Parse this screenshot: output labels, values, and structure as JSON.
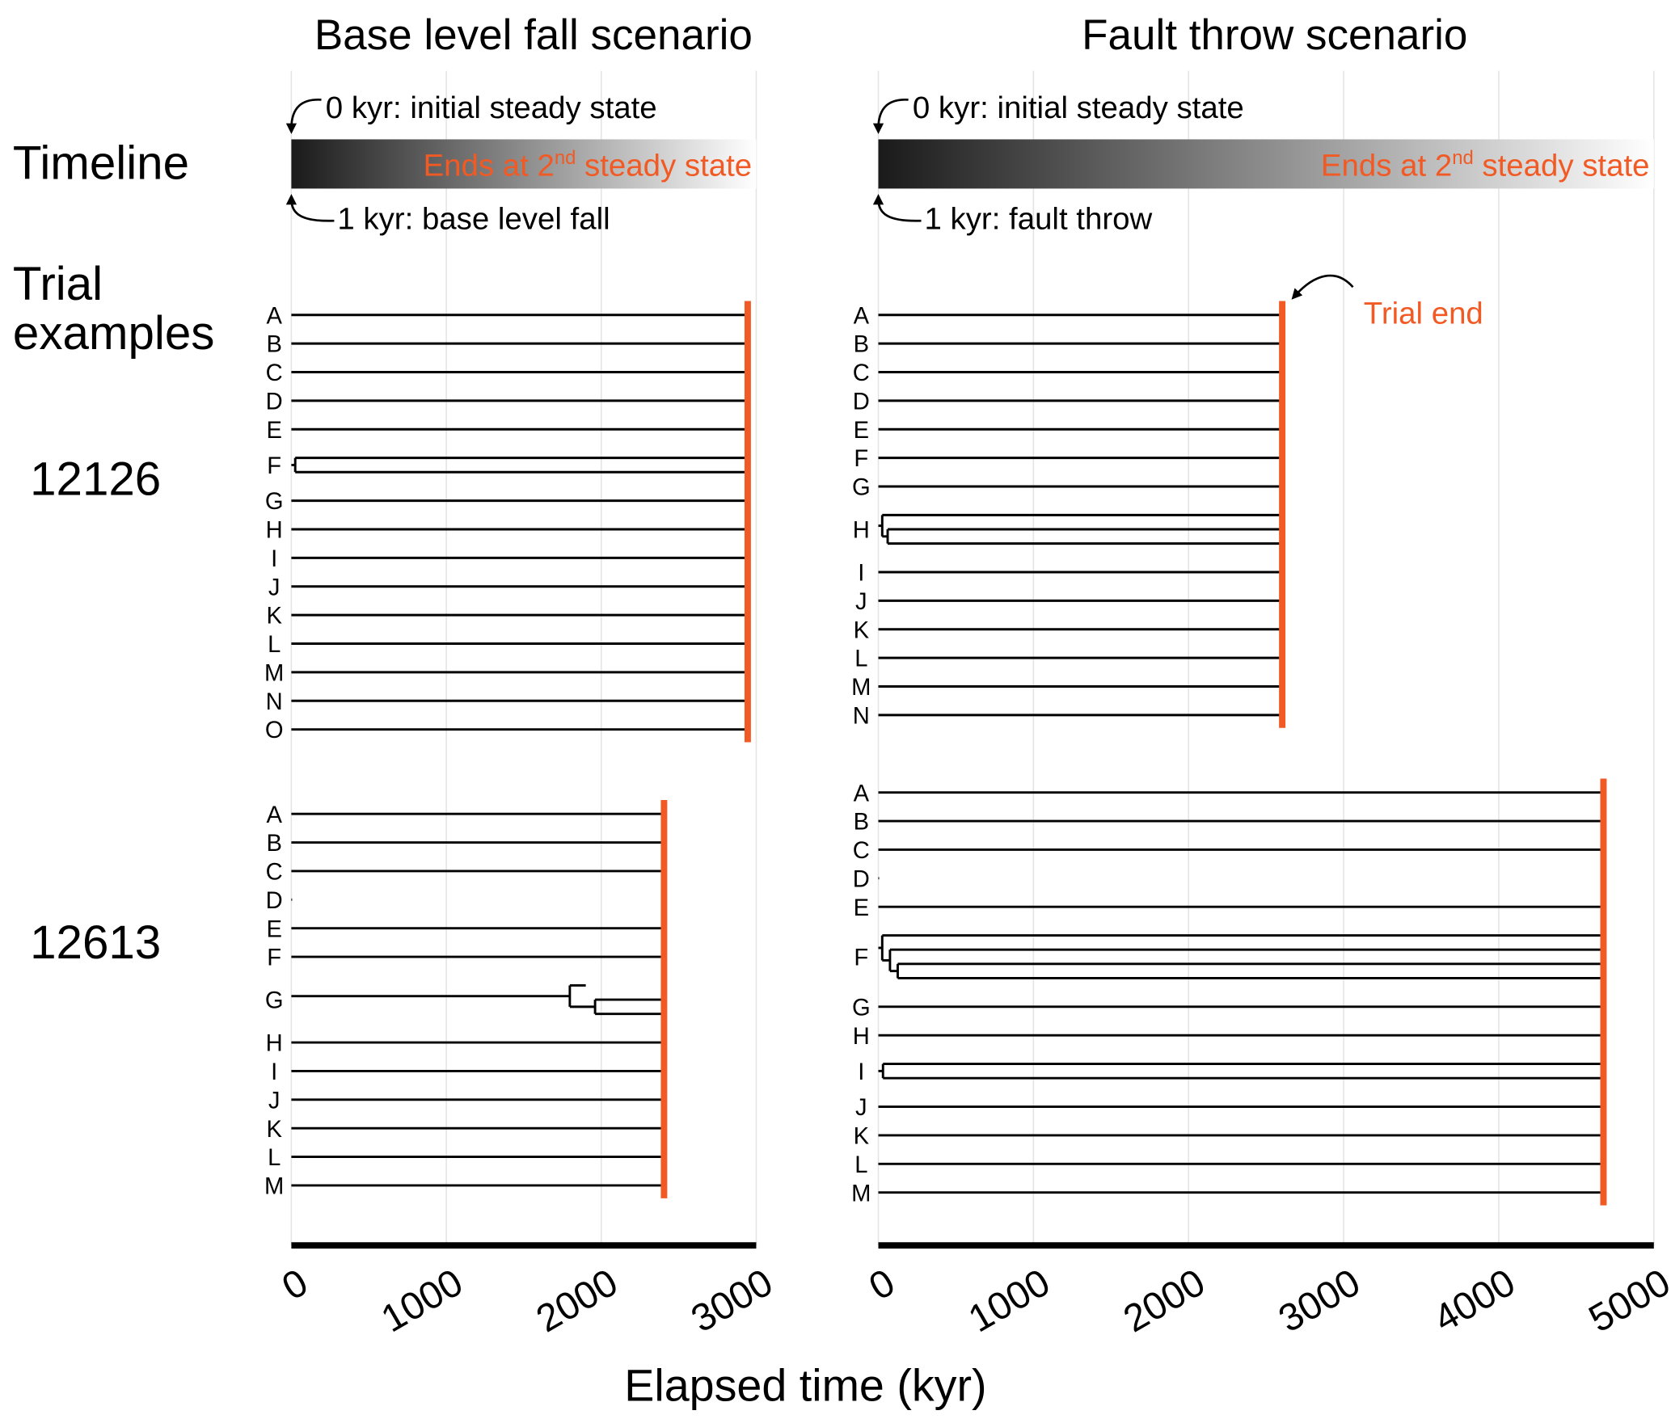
{
  "chart_data": {
    "type": "tree-timeline",
    "xlabel": "Elapsed time (kyr)",
    "row_headers": {
      "timeline": "Timeline",
      "trials": [
        "Trial",
        "examples"
      ]
    },
    "accent_color": "#f15a24",
    "panels": [
      {
        "title": "Base level fall scenario",
        "xlim": [
          0,
          3000
        ],
        "ticks": [
          "0",
          "1000",
          "2000",
          "3000"
        ],
        "tick_values": [
          0,
          1000,
          2000,
          3000
        ],
        "timeline": {
          "top_note": "0 kyr: initial steady state",
          "bottom_note": "1 kyr: base level fall",
          "end_pre": "Ends at 2",
          "end_sup": "nd",
          "end_post": " steady state"
        },
        "trials": [
          {
            "id": "12126",
            "trial_end": 2945,
            "rows": [
              {
                "label": "A",
                "end": 2945
              },
              {
                "label": "B",
                "end": 2945
              },
              {
                "label": "C",
                "end": 2945
              },
              {
                "label": "D",
                "end": 2945
              },
              {
                "label": "E",
                "end": 2945
              },
              {
                "label": "F",
                "tree": {
                  "t": 25,
                  "children": [
                    {
                      "end": 2945
                    },
                    {
                      "end": 2945
                    }
                  ]
                }
              },
              {
                "label": "G",
                "end": 2945
              },
              {
                "label": "H",
                "end": 2945
              },
              {
                "label": "I",
                "end": 2945
              },
              {
                "label": "J",
                "end": 2945
              },
              {
                "label": "K",
                "end": 2945
              },
              {
                "label": "L",
                "end": 2945
              },
              {
                "label": "M",
                "end": 2945
              },
              {
                "label": "N",
                "end": 2945
              },
              {
                "label": "O",
                "end": 2945
              }
            ]
          },
          {
            "id": "12613",
            "trial_end": 2405,
            "rows": [
              {
                "label": "A",
                "end": 2405
              },
              {
                "label": "B",
                "end": 2405
              },
              {
                "label": "C",
                "end": 2405
              },
              {
                "label": "D",
                "end": 5
              },
              {
                "label": "E",
                "end": 2405
              },
              {
                "label": "F",
                "end": 2405
              },
              {
                "label": "G",
                "tree": {
                  "t": 1797,
                  "children": [
                    {
                      "end": 1900
                    },
                    {
                      "t": 1960,
                      "children": [
                        {
                          "end": 2405
                        },
                        {
                          "end": 2405
                        }
                      ]
                    }
                  ]
                }
              },
              {
                "label": "H",
                "end": 2405
              },
              {
                "label": "I",
                "end": 2405
              },
              {
                "label": "J",
                "end": 2405
              },
              {
                "label": "K",
                "end": 2405
              },
              {
                "label": "L",
                "end": 2405
              },
              {
                "label": "M",
                "end": 2405
              }
            ]
          }
        ]
      },
      {
        "title": "Fault throw scenario",
        "xlim": [
          0,
          5000
        ],
        "ticks": [
          "0",
          "1000",
          "2000",
          "3000",
          "4000",
          "5000"
        ],
        "tick_values": [
          0,
          1000,
          2000,
          3000,
          4000,
          5000
        ],
        "timeline": {
          "top_note": "0 kyr: initial steady state",
          "bottom_note": "1 kyr: fault throw",
          "end_pre": "Ends at 2",
          "end_sup": "nd",
          "end_post": " steady state"
        },
        "trial_end_label": "Trial end",
        "trials": [
          {
            "id": "12126",
            "trial_end": 2604,
            "rows": [
              {
                "label": "A",
                "end": 2604
              },
              {
                "label": "B",
                "end": 2604
              },
              {
                "label": "C",
                "end": 2604
              },
              {
                "label": "D",
                "end": 2604
              },
              {
                "label": "E",
                "end": 2604
              },
              {
                "label": "F",
                "end": 2604
              },
              {
                "label": "G",
                "end": 2604
              },
              {
                "label": "H",
                "tree": {
                  "t": 25,
                  "children": [
                    {
                      "end": 2604
                    },
                    {
                      "t": 60,
                      "children": [
                        {
                          "end": 2604
                        },
                        {
                          "end": 2604
                        }
                      ]
                    }
                  ]
                }
              },
              {
                "label": "I",
                "end": 2604
              },
              {
                "label": "J",
                "end": 2604
              },
              {
                "label": "K",
                "end": 2604
              },
              {
                "label": "L",
                "end": 2604
              },
              {
                "label": "M",
                "end": 2604
              },
              {
                "label": "N",
                "end": 2604
              }
            ]
          },
          {
            "id": "12613",
            "trial_end": 4675,
            "rows": [
              {
                "label": "A",
                "end": 4675
              },
              {
                "label": "B",
                "end": 4675
              },
              {
                "label": "C",
                "end": 4675
              },
              {
                "label": "D",
                "end": 5
              },
              {
                "label": "E",
                "end": 4675
              },
              {
                "label": "F",
                "tree": {
                  "t": 25,
                  "children": [
                    {
                      "end": 4675
                    },
                    {
                      "t": 75,
                      "children": [
                        {
                          "end": 4675
                        },
                        {
                          "t": 125,
                          "children": [
                            {
                              "end": 4675
                            },
                            {
                              "end": 4675
                            }
                          ]
                        }
                      ]
                    }
                  ]
                }
              },
              {
                "label": "G",
                "end": 4675
              },
              {
                "label": "H",
                "end": 4675
              },
              {
                "label": "I",
                "tree": {
                  "t": 30,
                  "children": [
                    {
                      "end": 4675
                    },
                    {
                      "end": 4675
                    }
                  ]
                }
              },
              {
                "label": "J",
                "end": 4675
              },
              {
                "label": "K",
                "end": 4675
              },
              {
                "label": "L",
                "end": 4675
              },
              {
                "label": "M",
                "end": 4675
              }
            ]
          }
        ]
      }
    ]
  }
}
